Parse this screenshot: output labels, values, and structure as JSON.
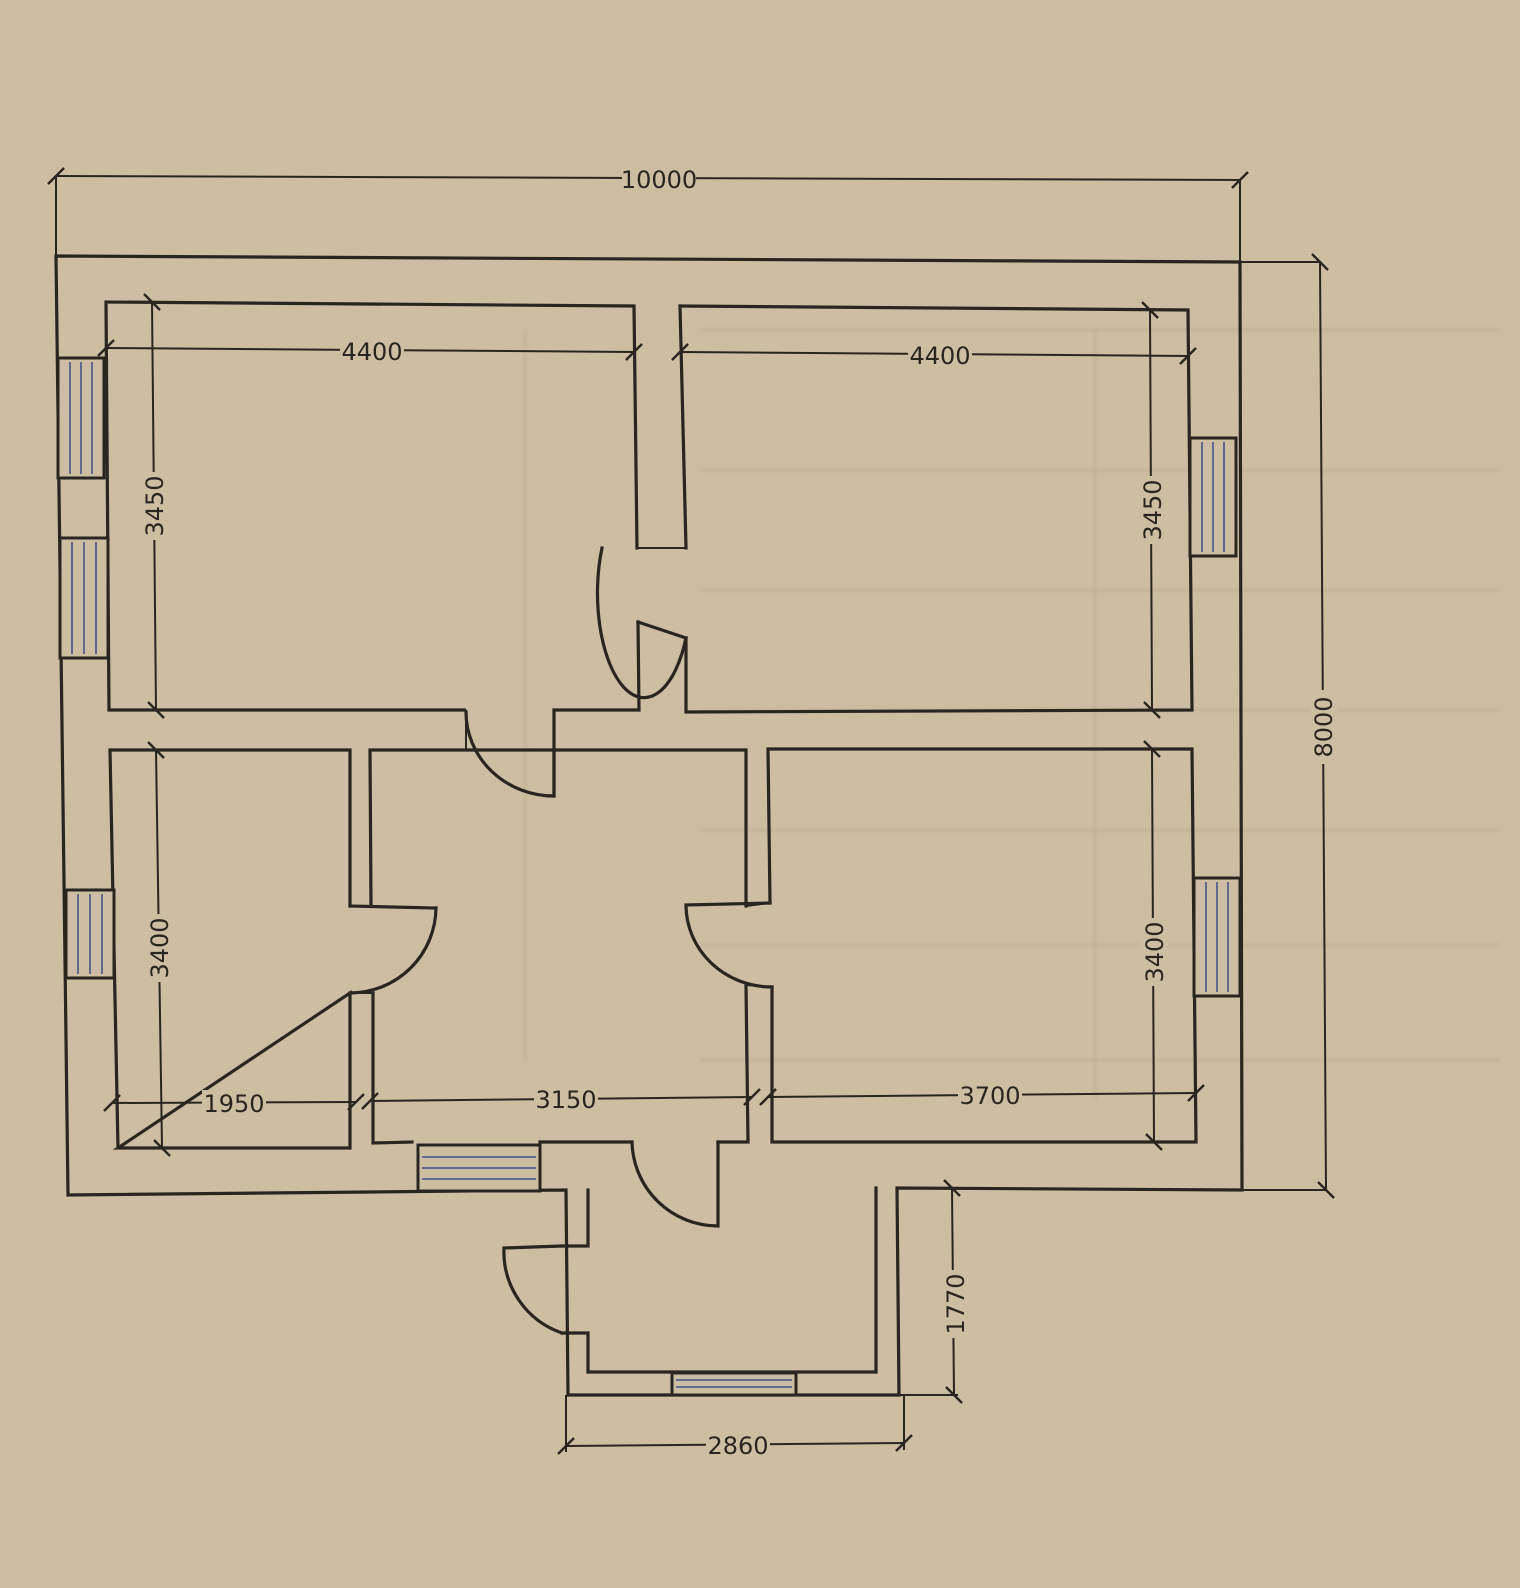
{
  "plan": {
    "overall_width": "10000",
    "overall_depth": "8000",
    "rooms": [
      {
        "id": "room-top-left",
        "width": "4400",
        "depth": "3450"
      },
      {
        "id": "room-top-right",
        "width": "4400",
        "depth": "3450"
      },
      {
        "id": "room-bottom-left",
        "width": "1950",
        "depth": "3400"
      },
      {
        "id": "hall",
        "width": "3150"
      },
      {
        "id": "room-bottom-right",
        "width": "3700",
        "depth": "3400"
      }
    ],
    "porch": {
      "width": "2860",
      "depth": "1770"
    },
    "colors": {
      "paper": "#cdbda3",
      "ink": "#2b2520",
      "glass": "#56628a"
    }
  }
}
